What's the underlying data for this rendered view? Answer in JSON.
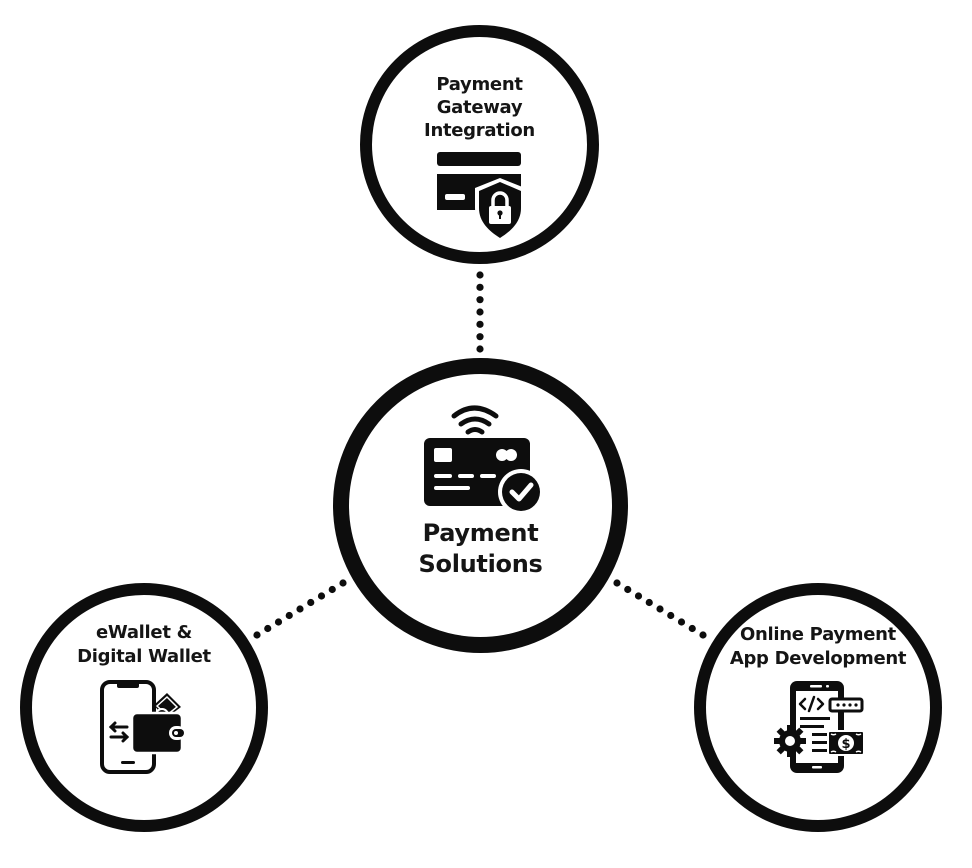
{
  "diagram": {
    "center": {
      "title_lines": [
        "Payment",
        "Solutions"
      ],
      "icon": "contactless-card-check-icon"
    },
    "nodes": [
      {
        "id": "top",
        "title_lines": [
          "Payment",
          "Gateway",
          "Integration"
        ],
        "icon": "card-shield-lock-icon"
      },
      {
        "id": "left",
        "title_lines": [
          "eWallet &",
          "Digital Wallet"
        ],
        "icon": "phone-wallet-icon"
      },
      {
        "id": "right",
        "title_lines": [
          "Online Payment",
          "App Development"
        ],
        "icon": "phone-code-gear-dollar-icon"
      }
    ],
    "connector_style": "dotted",
    "colors": {
      "stroke": "#0d0d0d",
      "background": "#ffffff",
      "text": "#151515"
    }
  }
}
